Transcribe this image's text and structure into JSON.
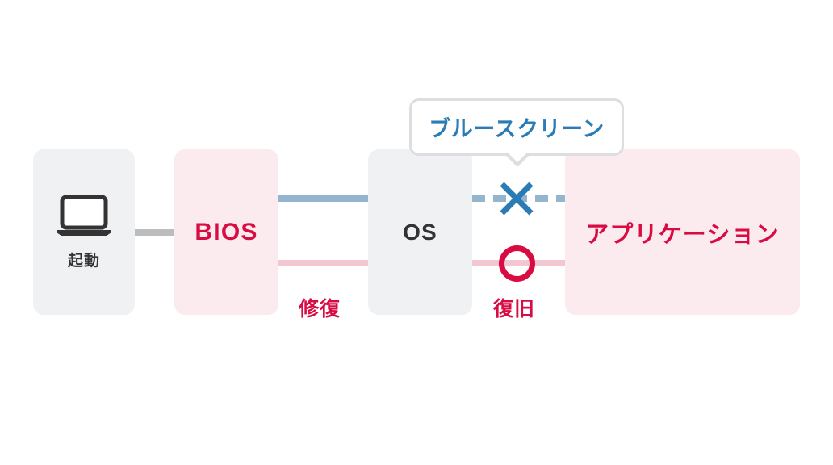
{
  "diagram": {
    "title": "PC boot sequence failure and recovery diagram",
    "background_color": "#FFFFFF",
    "colors": {
      "box_gray": "#EFF1F3",
      "box_pink": "#FBEAEE",
      "crimson": "#D80B43",
      "blue_line": "#93B5CE",
      "blue_mark": "#2B7CB5",
      "pink_line": "#F2C7D1",
      "gray_line": "#BBBCBE",
      "dark_text": "#333333",
      "bubble_border": "#DCDEE1"
    },
    "nodes": [
      {
        "id": "boot",
        "label": "起動",
        "icon": "laptop-icon",
        "fill": "box_gray",
        "text_color": "#333333"
      },
      {
        "id": "bios",
        "label": "BIOS",
        "fill": "box_pink",
        "text_color": "#D80B43"
      },
      {
        "id": "os",
        "label": "OS",
        "fill": "box_gray",
        "text_color": "#333333"
      },
      {
        "id": "application",
        "label": "アプリケーション",
        "fill": "box_pink",
        "text_color": "#D80B43"
      }
    ],
    "connectors": [
      {
        "id": "boot-to-bios",
        "style": "solid",
        "color": "#BBBCBE",
        "label": ""
      },
      {
        "id": "bios-to-os-upper",
        "style": "solid",
        "color": "#93B5CE",
        "label": ""
      },
      {
        "id": "bios-to-os-lower",
        "style": "solid",
        "color": "#F2C7D1",
        "label": "修復"
      },
      {
        "id": "os-to-app-upper",
        "style": "dashed",
        "color": "#93B5CE",
        "mark": "cross-mark",
        "label": ""
      },
      {
        "id": "os-to-app-lower",
        "style": "solid",
        "color": "#F2C7D1",
        "mark": "circle-mark",
        "label": "復旧"
      }
    ],
    "marks": [
      {
        "id": "cross-mark",
        "name": "x-mark-icon",
        "meaning": "failure",
        "color": "#2B7CB5"
      },
      {
        "id": "circle-mark",
        "name": "o-mark-icon",
        "meaning": "success",
        "color": "#D80B43"
      }
    ],
    "callout": {
      "text": "ブルースクリーン",
      "text_color": "#2B7CB5",
      "border_color": "#DCDEE1",
      "points_to": "os-to-app-upper"
    },
    "edge_labels": {
      "repair": "修復",
      "recover": "復旧"
    }
  }
}
